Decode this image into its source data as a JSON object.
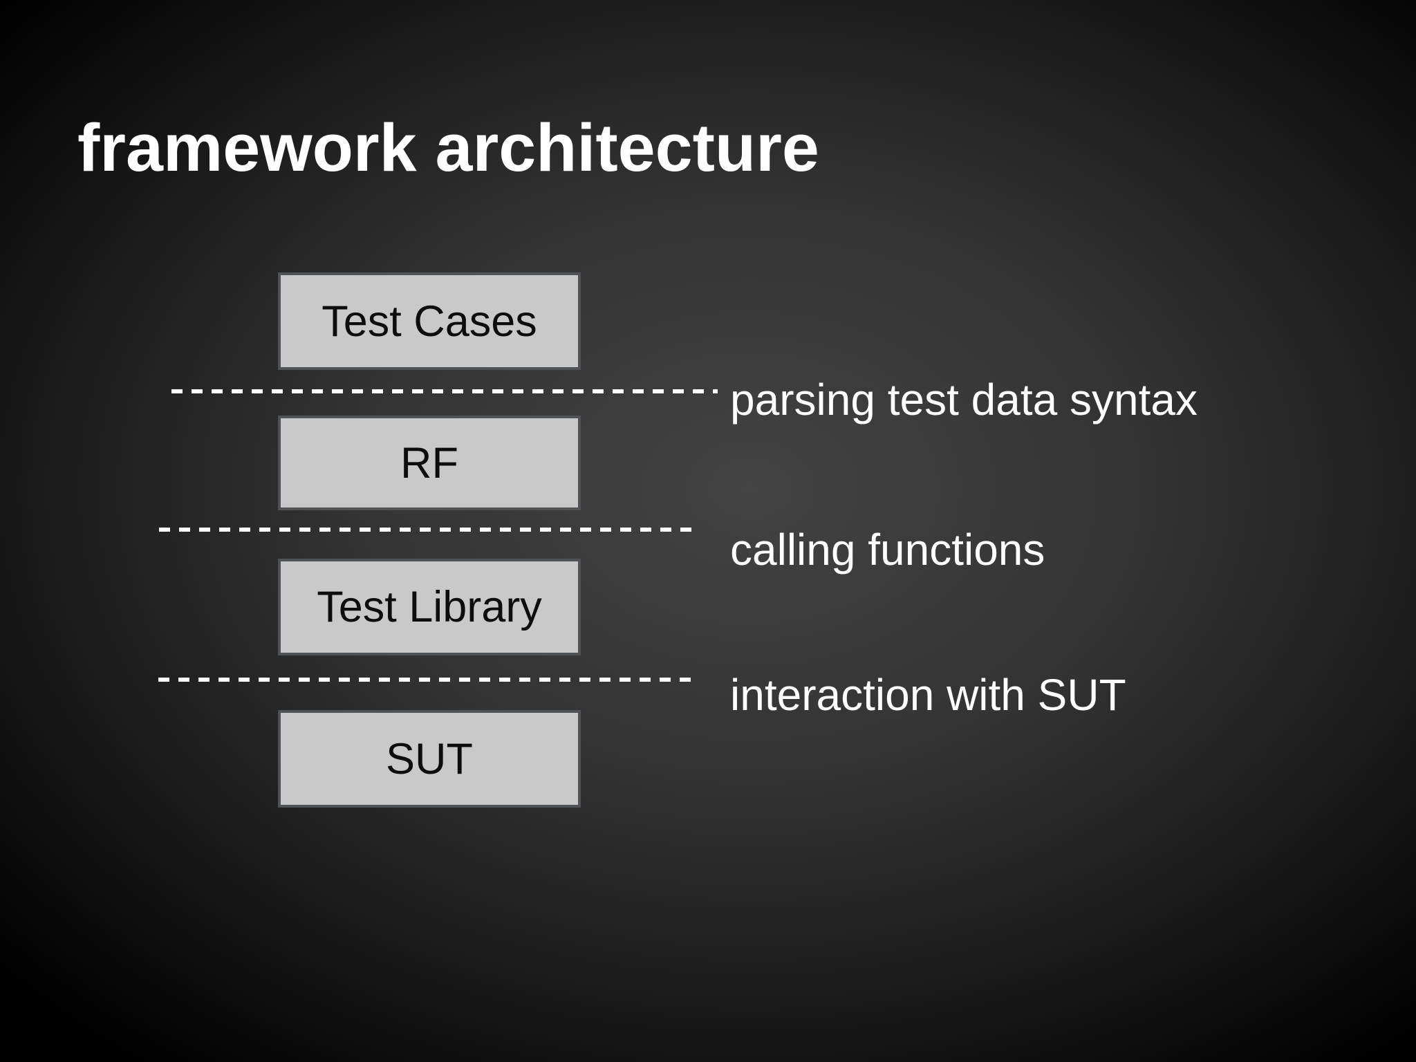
{
  "slide": {
    "title": "framework architecture",
    "layers": [
      {
        "label": "Test Cases"
      },
      {
        "label": "RF"
      },
      {
        "label": "Test Library"
      },
      {
        "label": "SUT"
      }
    ],
    "interfaces": [
      {
        "label": "parsing test data syntax"
      },
      {
        "label": "calling functions"
      },
      {
        "label": "interaction with SUT"
      }
    ],
    "colors": {
      "background_center": "#434343",
      "background_edge": "#000000",
      "box_fill": "#c9c9c9",
      "box_border": "#4f5355",
      "box_text": "#0d0d0d",
      "title_text": "#ffffff",
      "label_text": "#ffffff",
      "dash_color": "#ffffff"
    }
  }
}
